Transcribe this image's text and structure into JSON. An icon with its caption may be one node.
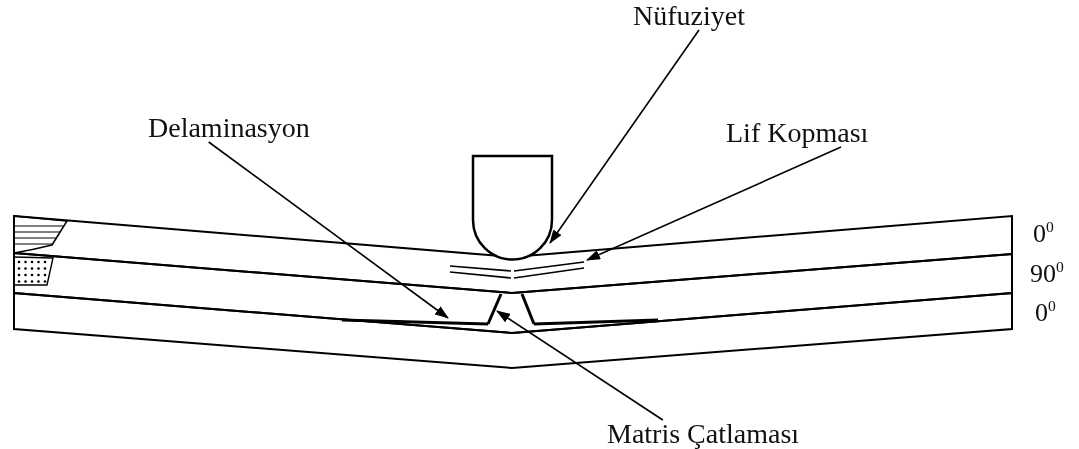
{
  "diagram": {
    "nodes": [
      {
        "text": [
          "Nüfuziyet"
        ]
      },
      {
        "text": [
          "Delaminasyon"
        ]
      },
      {
        "text": [
          "Lif Kopması"
        ]
      },
      {
        "text": [],
        "shape": "box"
      },
      {
        "text": [],
        "shape": "line"
      },
      {
        "text": [],
        "shape": "line"
      },
      {
        "text": [],
        "shape": "line"
      },
      {
        "text": [
          "Matris Çatlaması"
        ]
      }
    ],
    "edges": [
      {
        "from": 0,
        "to": 3,
        "arrow": "to"
      },
      {
        "from": 1,
        "to": 5,
        "arrow": "to"
      },
      {
        "from": 2,
        "to": 4,
        "arrow": "to"
      },
      {
        "from": 7,
        "to": 6,
        "arrow": "to"
      }
    ],
    "labels": [
      "0$^{0}$",
      "90$^{0}$",
      "0$^{0}$"
    ]
  }
}
